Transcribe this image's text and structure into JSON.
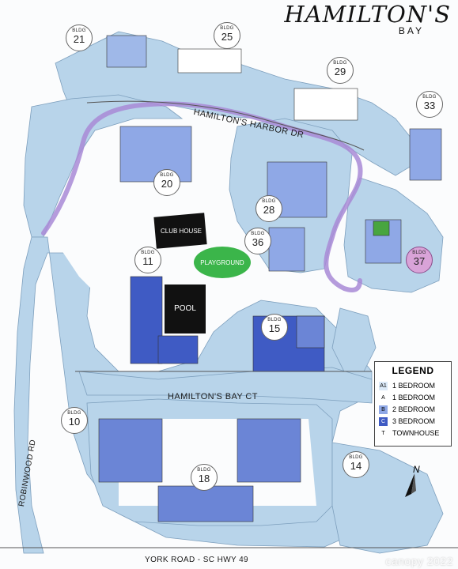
{
  "brand": {
    "name": "HAMILTON'S",
    "sub": "BAY"
  },
  "roads": {
    "harbor_dr": "HAMILTON'S HARBOR DR",
    "bay_ct": "HAMILTON'S BAY CT",
    "robinwood_rd": "ROBINWOOD RD",
    "york_road": "YORK ROAD - SC HWY 49"
  },
  "amenities": {
    "clubhouse": "CLUB HOUSE",
    "playground": "PLAYGROUND",
    "pool": "POOL"
  },
  "buildings": [
    {
      "id": "b21",
      "label": "BLDG",
      "number": "21"
    },
    {
      "id": "b25",
      "label": "BLDG",
      "number": "25"
    },
    {
      "id": "b29",
      "label": "BLDG",
      "number": "29"
    },
    {
      "id": "b33",
      "label": "BLDG",
      "number": "33"
    },
    {
      "id": "b20",
      "label": "BLDG",
      "number": "20"
    },
    {
      "id": "b28",
      "label": "BLDG",
      "number": "28"
    },
    {
      "id": "b36",
      "label": "BLDG",
      "number": "36"
    },
    {
      "id": "b11",
      "label": "BLDG",
      "number": "11"
    },
    {
      "id": "b37",
      "label": "BLDG",
      "number": "37"
    },
    {
      "id": "b15",
      "label": "BLDG",
      "number": "15"
    },
    {
      "id": "b10",
      "label": "BLDG",
      "number": "10"
    },
    {
      "id": "b18",
      "label": "BLDG",
      "number": "18"
    },
    {
      "id": "b14",
      "label": "BLDG",
      "number": "14"
    }
  ],
  "legend": {
    "title": "LEGEND",
    "items": [
      {
        "code": "A1",
        "label": "1 BEDROOM",
        "color": "#dbe9f7"
      },
      {
        "code": "A",
        "label": "1 BEDROOM",
        "color": "#ffffff"
      },
      {
        "code": "B",
        "label": "2 BEDROOM",
        "color": "#8fa8e6"
      },
      {
        "code": "C",
        "label": "3 BEDROOM",
        "color": "#3f5bc4"
      },
      {
        "code": "T",
        "label": "TOWNHOUSE",
        "color": "#ffffff"
      }
    ]
  },
  "compass": {
    "label": "N"
  },
  "watermark": "canopy 2022",
  "colors": {
    "ground": "#b8d4ea",
    "path": "#a88ad6",
    "playground": "#3bb54a",
    "clubhouse": "#111111",
    "pool": "#111111",
    "bldg37": "#d9a3d8"
  }
}
